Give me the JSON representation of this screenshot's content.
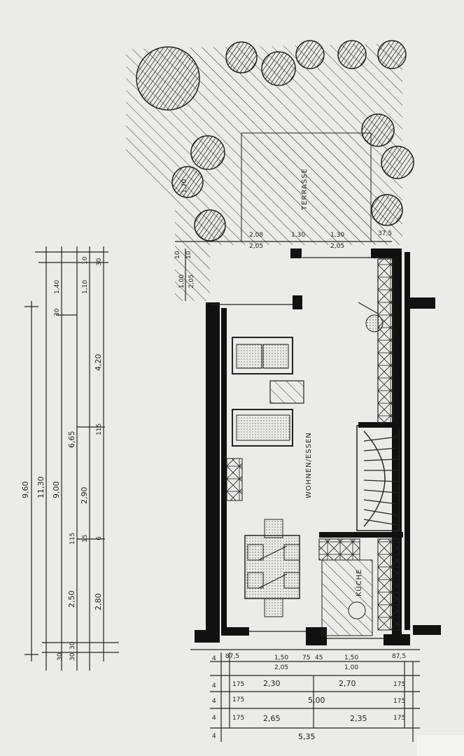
{
  "rooms": {
    "terrace": "TERRASSE",
    "living_dining": "WOHNEN/ESSEN",
    "kitchen": "KÜCHE"
  },
  "left_dims": {
    "line1": [
      "9,60"
    ],
    "line2": [
      "11,30"
    ],
    "line3": [
      "9,00"
    ],
    "line4": [
      "6,65",
      "115",
      "2,50",
      "30",
      "30"
    ],
    "line5": [
      "1,40",
      "1,10",
      "10",
      "30",
      "2,90",
      "15",
      "6",
      "30"
    ],
    "line6": [
      "4,20",
      "115",
      "2,80",
      "30"
    ]
  },
  "terrace_dims": [
    "1,70",
    "2,08",
    "2,05",
    "1,30",
    "1,30",
    "2,05",
    "37,5",
    "1,00",
    "2,05",
    "10",
    "10"
  ],
  "bottom_dims": {
    "row1": [
      "4",
      "87,5",
      "1,50",
      "2,05",
      "75",
      "45",
      "1,50",
      "1,00",
      "87,5"
    ],
    "row2": [
      "4",
      "175",
      "2,30",
      "2,70",
      "175"
    ],
    "row3": [
      "4",
      "175",
      "5,00",
      "175"
    ],
    "row4": [
      "4",
      "175",
      "2,65",
      "2,35",
      "175"
    ],
    "row5": [
      "4",
      "5,35"
    ]
  }
}
